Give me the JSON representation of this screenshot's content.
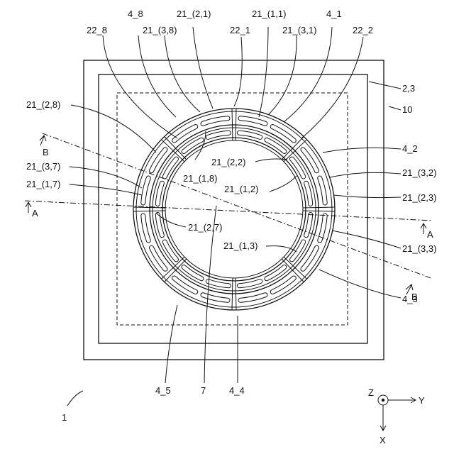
{
  "figure": {
    "labels": {
      "l_22_8": "22_8",
      "l_4_8": "4_8",
      "l_21_2_1": "21_(2,1)",
      "l_21_3_8": "21_(3,8)",
      "l_21_1_1": "21_(1,1)",
      "l_22_1": "22_1",
      "l_21_3_1": "21_(3,1)",
      "l_4_1": "4_1",
      "l_22_2": "22_2",
      "l_2_3": "2,3",
      "l_10": "10",
      "l_21_2_8": "21_(2,8)",
      "l_B_left": "B",
      "l_21_2_2": "21_(2,2)",
      "l_4_2": "4_2",
      "l_21_1_8": "21_(1,8)",
      "l_21_3_7": "21_(3,7)",
      "l_21_1_2": "21_(1,2)",
      "l_21_3_2": "21_(3,2)",
      "l_21_1_7": "21_(1,7)",
      "l_21_2_3": "21_(2,3)",
      "l_A_left": "A",
      "l_21_2_7": "21_(2,7)",
      "l_A_right": "A",
      "l_21_1_3": "21_(1,3)",
      "l_21_3_3": "21_(3,3)",
      "l_B_right": "B",
      "l_4_3": "4_3",
      "l_4_5": "4_5",
      "l_7": "7",
      "l_4_4": "4_4",
      "l_1": "1",
      "l_Z": "Z",
      "l_Y": "Y",
      "l_X": "X"
    }
  }
}
